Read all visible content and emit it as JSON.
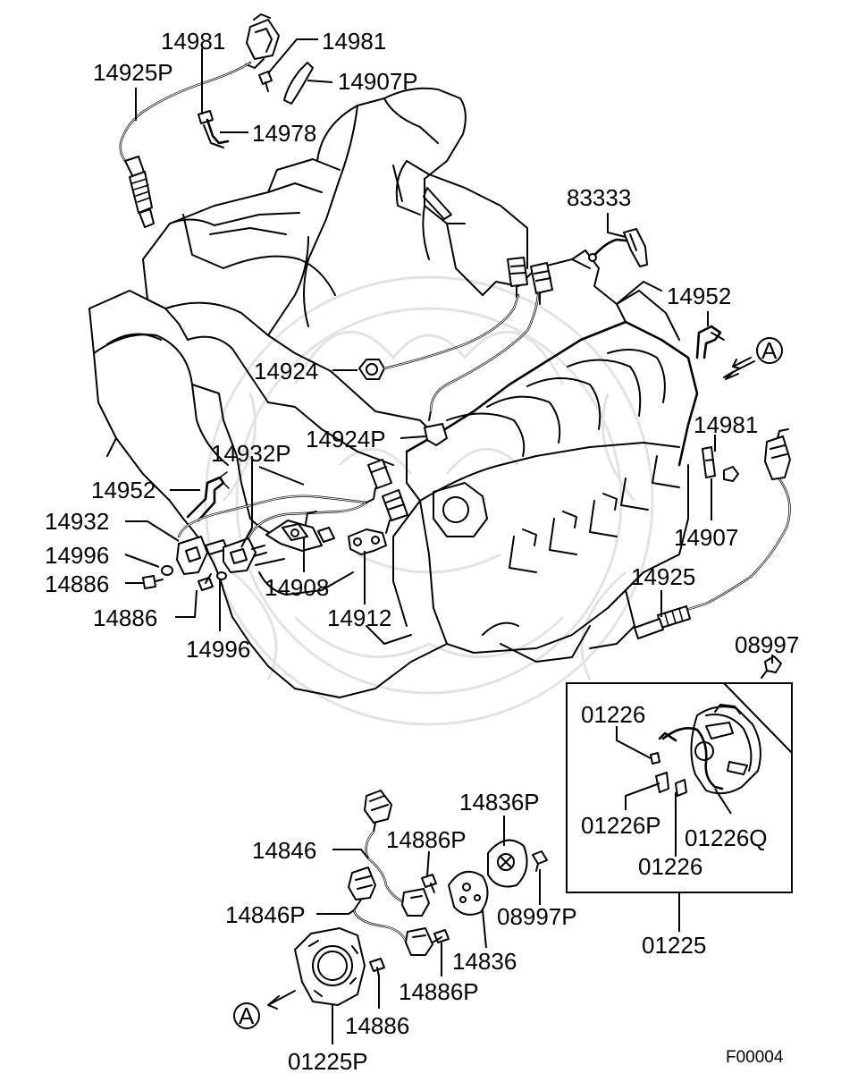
{
  "diagram": {
    "callouts": {
      "c14981_a": "14981",
      "c14981_b": "14981",
      "c14925P": "14925P",
      "c14907P": "14907P",
      "c14978": "14978",
      "c83333": "83333",
      "c14952_a": "14952",
      "c14924": "14924",
      "c14924P": "14924P",
      "c14981_c": "14981",
      "c14932P": "14932P",
      "c14952_b": "14952",
      "c14932": "14932",
      "c14996_a": "14996",
      "c14886_a": "14886",
      "c14886_b": "14886",
      "c14996_b": "14996",
      "c14908": "14908",
      "c14912": "14912",
      "c14907": "14907",
      "c14925": "14925",
      "c08997": "08997",
      "c01226_a": "01226",
      "c01226P": "01226P",
      "c01226Q": "01226Q",
      "c01226_b": "01226",
      "c01225": "01225",
      "c14836P": "14836P",
      "c14846": "14846",
      "c14886P_a": "14886P",
      "c14846P": "14846P",
      "c08997P": "08997P",
      "c14836": "14836",
      "c14886P_b": "14886P",
      "c14886_c": "14886",
      "c01225P": "01225P"
    },
    "view_marker": "A",
    "figure_code": "F00004"
  }
}
